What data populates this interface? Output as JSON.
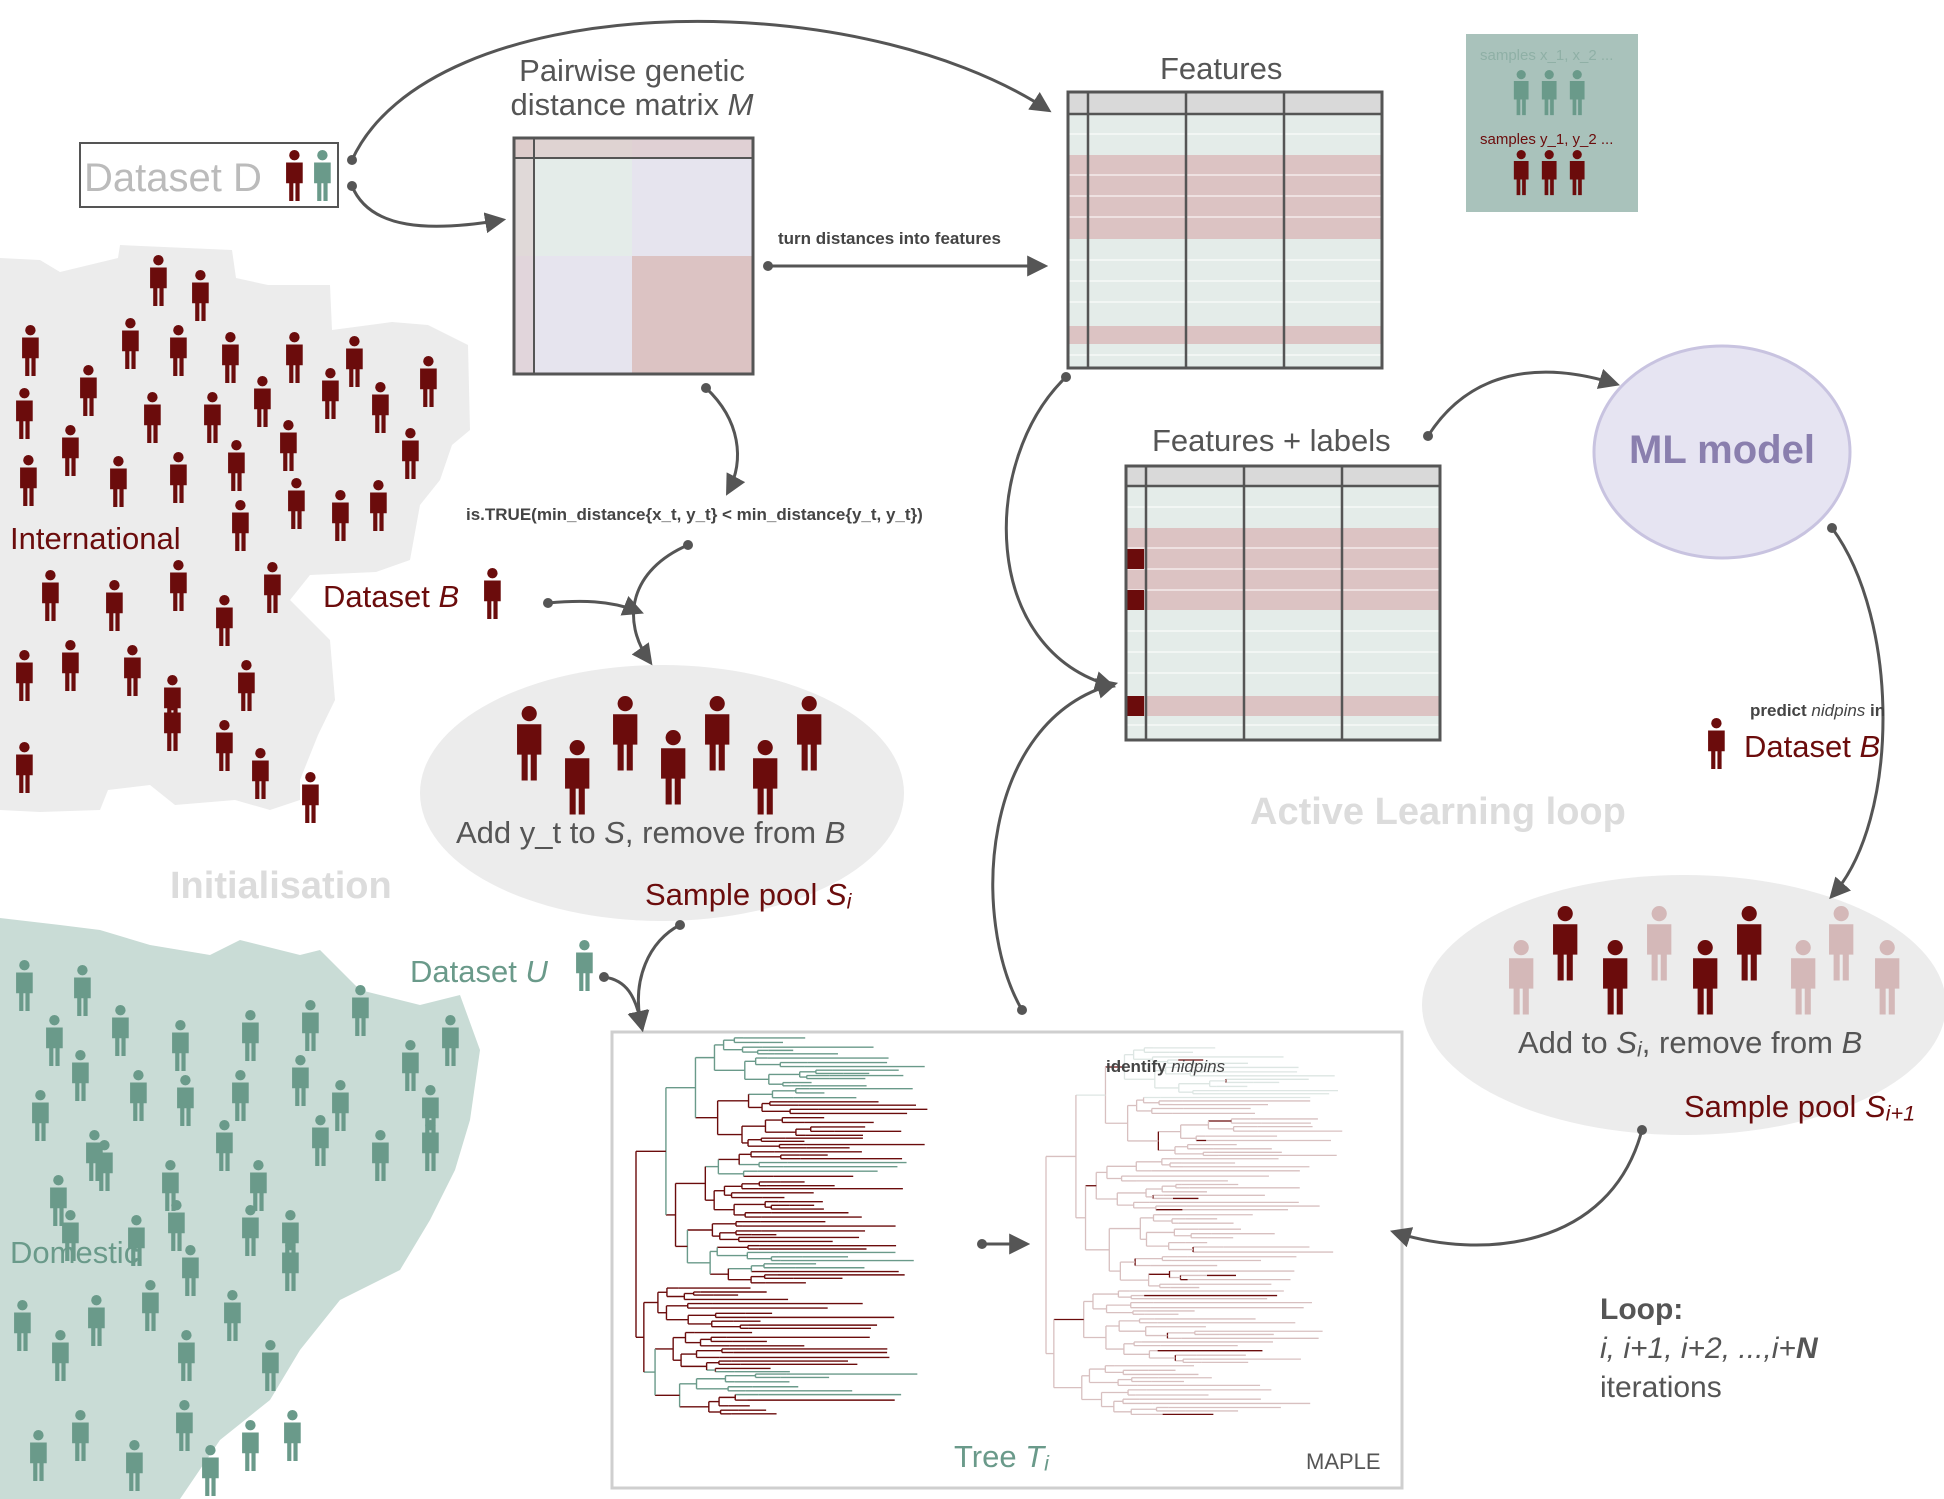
{
  "colors": {
    "dark_red": "#6b0c0c",
    "teal": "#6a9a8a",
    "light_red": "#dcc3c3",
    "light_teal": "#e4ece9",
    "gray_region": "#ececec",
    "teal_region": "#c9dcd6",
    "ml_model": "#e6e4f2",
    "ml_model_text": "#8a7fae",
    "arrow": "#555555"
  },
  "icons": {
    "person": "person-icon",
    "arrow": "arrow-icon"
  },
  "labels": {
    "dataset_d": "Dataset D",
    "matrix_title_1": "Pairwise genetic",
    "matrix_title_2": "distance matrix",
    "matrix_title_var": "M",
    "features_title": "Features",
    "features_labels_title": "Features + labels",
    "turn_distances": "turn distances into features",
    "legend_x": "samples x_1, x_2 ...",
    "legend_y": "samples y_1, y_2 ...",
    "condition": "is.TRUE(min_distance{x_t, y_t} < min_distance{y_t, y_t})",
    "international": "International",
    "dataset_b": "Dataset",
    "dataset_b_var": "B",
    "add_y_t_1": "Add y_t to",
    "add_y_t_var": "S",
    "add_y_t_2": ", remove from",
    "add_y_t_var2": "B",
    "initialisation": "Initialisation",
    "sample_pool_i": "Sample pool",
    "sample_pool_var": "S",
    "sample_pool_sub_i": "i",
    "dataset_u": "Dataset",
    "dataset_u_var": "U",
    "domestic": "Domestic",
    "identify": "identify",
    "identify_var": "nidpins",
    "tree_label": "Tree",
    "tree_var": "T",
    "tree_sub": "i",
    "maple": "MAPLE",
    "ml_model": "ML model",
    "active_learning": "Active Learning loop",
    "predict": "predict",
    "predict_var": "nidpins",
    "predict_in": "in",
    "dataset_b2": "Dataset",
    "dataset_b2_var": "B",
    "add_to_1": "Add to",
    "add_to_var": "S",
    "add_to_sub": "i",
    "add_to_2": ", remove from",
    "add_to_var2": "B",
    "sample_pool_i1": "Sample pool",
    "sample_pool_i1_var": "S",
    "sample_pool_i1_sub": "i+1",
    "loop_title": "Loop:",
    "loop_seq": "i, i+1, i+2, ...,i+",
    "loop_seq_n": "N",
    "loop_iterations": "iterations"
  }
}
